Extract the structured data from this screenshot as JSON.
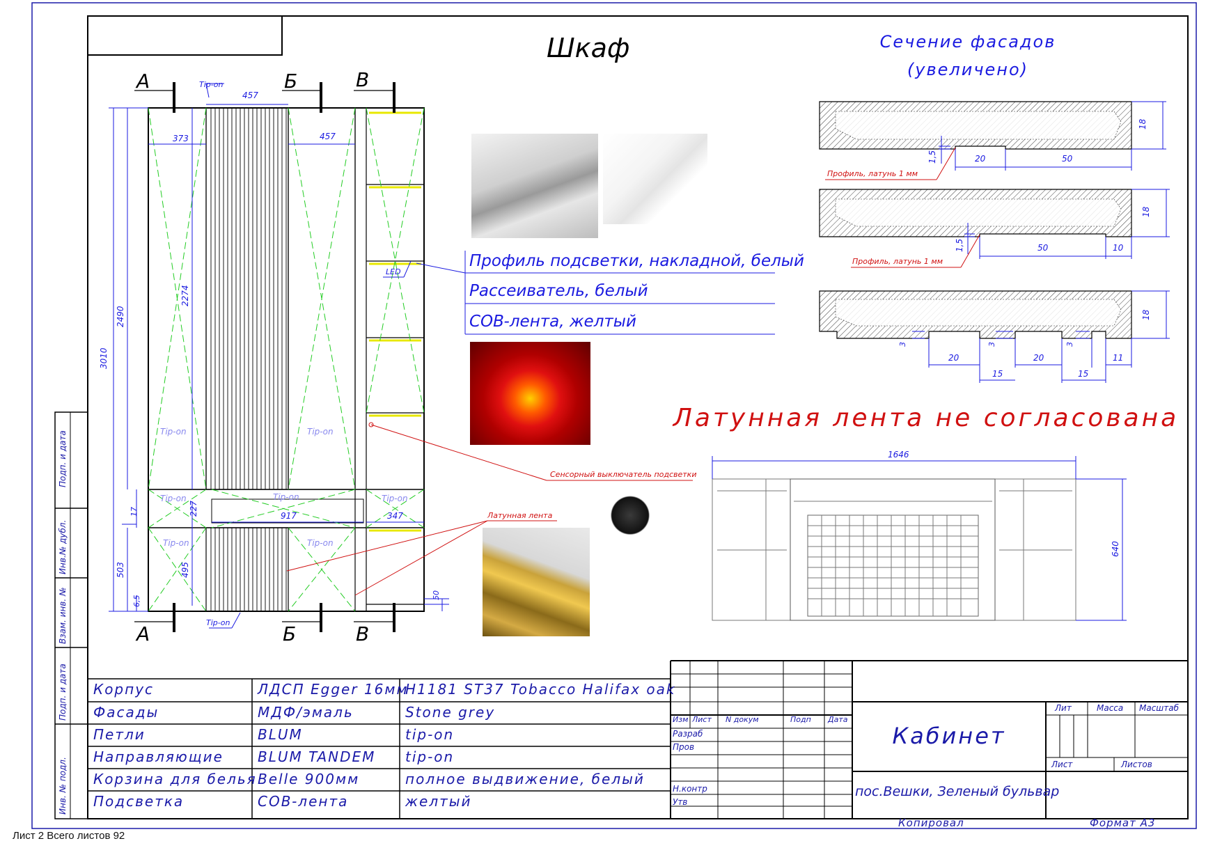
{
  "sheet": {
    "title": "Шкаф",
    "section_title_1": "Сечение фасадов",
    "section_title_2": "(увеличено)",
    "warning": "Латунная лента не согласована",
    "footer": "Лист 2 Всего листов 92"
  },
  "section_marks": {
    "a": "А",
    "b": "Б",
    "v": "В"
  },
  "cabinet_labels": {
    "tip_on": "Tip-on",
    "led": "LED",
    "touch_switch": "Сенсорный выключатель подсветки",
    "brass_tape": "Латунная лента"
  },
  "dimensions": {
    "d457_top": "457",
    "d457_mid": "457",
    "d373": "373",
    "d3010": "3010",
    "d2490": "2490",
    "d2274": "2274",
    "d227": "227",
    "d17": "17",
    "d917": "917",
    "d347": "347",
    "d503": "503",
    "d495": "495",
    "d6_5": "6,5",
    "d50": "50",
    "d1646": "1646",
    "d640": "640"
  },
  "legend": {
    "profile": "Профиль подсветки, накладной, белый",
    "diffuser": "Рассеиватель, белый",
    "cob": "COB-лента, желтый"
  },
  "facade_sections": {
    "s1": {
      "d18": "18",
      "d1_5": "1,5",
      "d20": "20",
      "d50": "50",
      "note": "Профиль, латунь 1 мм"
    },
    "s2": {
      "d18": "18",
      "d1_5": "1,5",
      "d50": "50",
      "d10": "10",
      "note": "Профиль, латунь 1 мм"
    },
    "s3": {
      "d18": "18",
      "d3a": "3",
      "d3b": "3",
      "d3c": "3",
      "d20a": "20",
      "d20b": "20",
      "d15a": "15",
      "d15b": "15",
      "d11": "11"
    }
  },
  "spec_table": {
    "rows": [
      {
        "item": "Корпус",
        "material": "ЛДСП Egger 16мм",
        "finish": "H1181 ST37 Tobacco Halifax oak"
      },
      {
        "item": "Фасады",
        "material": "МДФ/эмаль",
        "finish": "Stone grey"
      },
      {
        "item": "Петли",
        "material": "BLUM",
        "finish": "tip-on"
      },
      {
        "item": "Направляющие",
        "material": "BLUM TANDEM",
        "finish": "tip-on"
      },
      {
        "item": "Корзина для белья",
        "material": "Belle 900мм",
        "finish": "полное выдвижение, белый"
      },
      {
        "item": "Подсветка",
        "material": "COB-лента",
        "finish": "желтый"
      }
    ]
  },
  "title_block": {
    "name": "Кабинет",
    "address": "пос.Вешки, Зеленый бульвар",
    "col_izm": "Изм",
    "col_list": "Лист",
    "col_ndokum": "N докум",
    "col_podp": "Подп",
    "col_data": "Дата",
    "razrab": "Разраб",
    "prov": "Пров",
    "nkontr": "Н.контр",
    "utv": "Утв",
    "lit": "Лит",
    "massa": "Масса",
    "masshtab": "Масштаб",
    "list": "Лист",
    "listov": "Листов",
    "kopiroval": "Копировал",
    "format": "Формат А3"
  },
  "side_strip": {
    "podp_data_1": "Подп. и дата",
    "inv_dubl": "Инв.№ дубл.",
    "vzam_inv": "Взам. инв. №",
    "podp_data_2": "Подп. и дата",
    "inv_podl": "Инв. № подл."
  },
  "colors": {
    "frame": "#1a1aa8",
    "ink": "#000000",
    "dim": "#1a1ae0",
    "green": "#22cc22",
    "red": "#d01010",
    "yellow": "#e8e800"
  }
}
